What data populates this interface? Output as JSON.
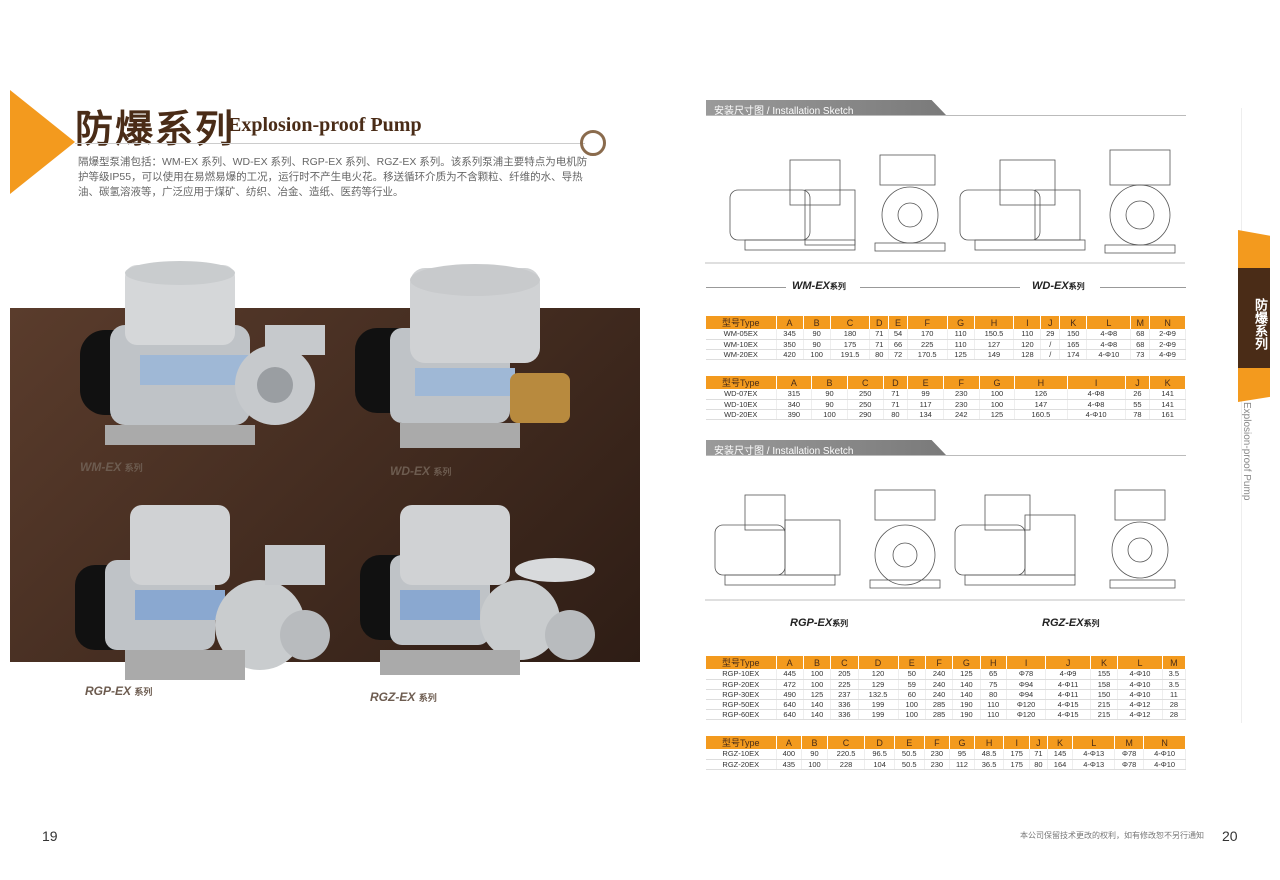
{
  "left_page": {
    "title_cn": "防爆系列",
    "title_en": "Explosion-proof Pump",
    "intro": "隔爆型泵浦包括：WM-EX 系列、WD-EX 系列、RGP-EX 系列、RGZ-EX 系列。该系列泵浦主要特点为电机防护等级IP55，可以使用在易燃易爆的工况，运行时不产生电火花。移送循环介质为不含颗粒、纤维的水、导热油、碳氢溶液等，广泛应用于煤矿、纺织、冶金、造纸、医药等行业。",
    "products": [
      {
        "model": "WM-EX",
        "suffix": "系列"
      },
      {
        "model": "WD-EX",
        "suffix": "系列"
      },
      {
        "model": "RGP-EX",
        "suffix": "系列"
      },
      {
        "model": "RGZ-EX",
        "suffix": "系列"
      }
    ],
    "page_number": "19"
  },
  "right_page": {
    "section_title": "安装尺寸图 / Installation Sketch",
    "drawings_top": [
      {
        "model": "WM-EX",
        "suffix": "系列"
      },
      {
        "model": "WD-EX",
        "suffix": "系列"
      }
    ],
    "drawings_bottom": [
      {
        "model": "RGP-EX",
        "suffix": "系列"
      },
      {
        "model": "RGZ-EX",
        "suffix": "系列"
      }
    ],
    "tables": [
      {
        "headers": [
          "型号Type",
          "A",
          "B",
          "C",
          "D",
          "E",
          "F",
          "G",
          "H",
          "I",
          "J",
          "K",
          "L",
          "M",
          "N"
        ],
        "rows": [
          [
            "WM-05EX",
            "345",
            "90",
            "180",
            "71",
            "54",
            "170",
            "110",
            "150.5",
            "110",
            "29",
            "150",
            "4-Φ8",
            "68",
            "2-Φ9"
          ],
          [
            "WM-10EX",
            "350",
            "90",
            "175",
            "71",
            "66",
            "225",
            "110",
            "127",
            "120",
            "/",
            "165",
            "4-Φ8",
            "68",
            "2-Φ9"
          ],
          [
            "WM-20EX",
            "420",
            "100",
            "191.5",
            "80",
            "72",
            "170.5",
            "125",
            "149",
            "128",
            "/",
            "174",
            "4-Φ10",
            "73",
            "4-Φ9"
          ]
        ]
      },
      {
        "headers": [
          "型号Type",
          "A",
          "B",
          "C",
          "D",
          "E",
          "F",
          "G",
          "H",
          "I",
          "J",
          "K"
        ],
        "rows": [
          [
            "WD-07EX",
            "315",
            "90",
            "250",
            "71",
            "99",
            "230",
            "100",
            "126",
            "4-Φ8",
            "26",
            "141"
          ],
          [
            "WD-10EX",
            "340",
            "90",
            "250",
            "71",
            "117",
            "230",
            "100",
            "147",
            "4-Φ8",
            "55",
            "141"
          ],
          [
            "WD-20EX",
            "390",
            "100",
            "290",
            "80",
            "134",
            "242",
            "125",
            "160.5",
            "4-Φ10",
            "78",
            "161"
          ]
        ]
      },
      {
        "headers": [
          "型号Type",
          "A",
          "B",
          "C",
          "D",
          "E",
          "F",
          "G",
          "H",
          "I",
          "J",
          "K",
          "L",
          "M"
        ],
        "rows": [
          [
            "RGP-10EX",
            "445",
            "100",
            "205",
            "120",
            "50",
            "240",
            "125",
            "65",
            "Φ78",
            "4-Φ9",
            "155",
            "4-Φ10",
            "3.5"
          ],
          [
            "RGP-20EX",
            "472",
            "100",
            "225",
            "129",
            "59",
            "240",
            "140",
            "75",
            "Φ94",
            "4-Φ11",
            "158",
            "4-Φ10",
            "3.5"
          ],
          [
            "RGP-30EX",
            "490",
            "125",
            "237",
            "132.5",
            "60",
            "240",
            "140",
            "80",
            "Φ94",
            "4-Φ11",
            "150",
            "4-Φ10",
            "11"
          ],
          [
            "RGP-50EX",
            "640",
            "140",
            "336",
            "199",
            "100",
            "285",
            "190",
            "110",
            "Φ120",
            "4-Φ15",
            "215",
            "4-Φ12",
            "28"
          ],
          [
            "RGP-60EX",
            "640",
            "140",
            "336",
            "199",
            "100",
            "285",
            "190",
            "110",
            "Φ120",
            "4-Φ15",
            "215",
            "4-Φ12",
            "28"
          ]
        ]
      },
      {
        "headers": [
          "型号Type",
          "A",
          "B",
          "C",
          "D",
          "E",
          "F",
          "G",
          "H",
          "I",
          "J",
          "K",
          "L",
          "M",
          "N"
        ],
        "rows": [
          [
            "RGZ-10EX",
            "400",
            "90",
            "220.5",
            "96.5",
            "50.5",
            "230",
            "95",
            "48.5",
            "175",
            "71",
            "145",
            "4-Φ13",
            "Φ78",
            "4-Φ10"
          ],
          [
            "RGZ-20EX",
            "435",
            "100",
            "228",
            "104",
            "50.5",
            "230",
            "112",
            "36.5",
            "175",
            "80",
            "164",
            "4-Φ13",
            "Φ78",
            "4-Φ10"
          ]
        ]
      }
    ],
    "side_tab_cn": "防爆系列",
    "side_tab_en": "Explosion-proof Pump",
    "footer_note": "本公司保留技术更改的权利，如有修改恕不另行通知",
    "page_number": "20"
  },
  "colors": {
    "accent": "#f39a1e",
    "brown": "#4a2c17"
  }
}
